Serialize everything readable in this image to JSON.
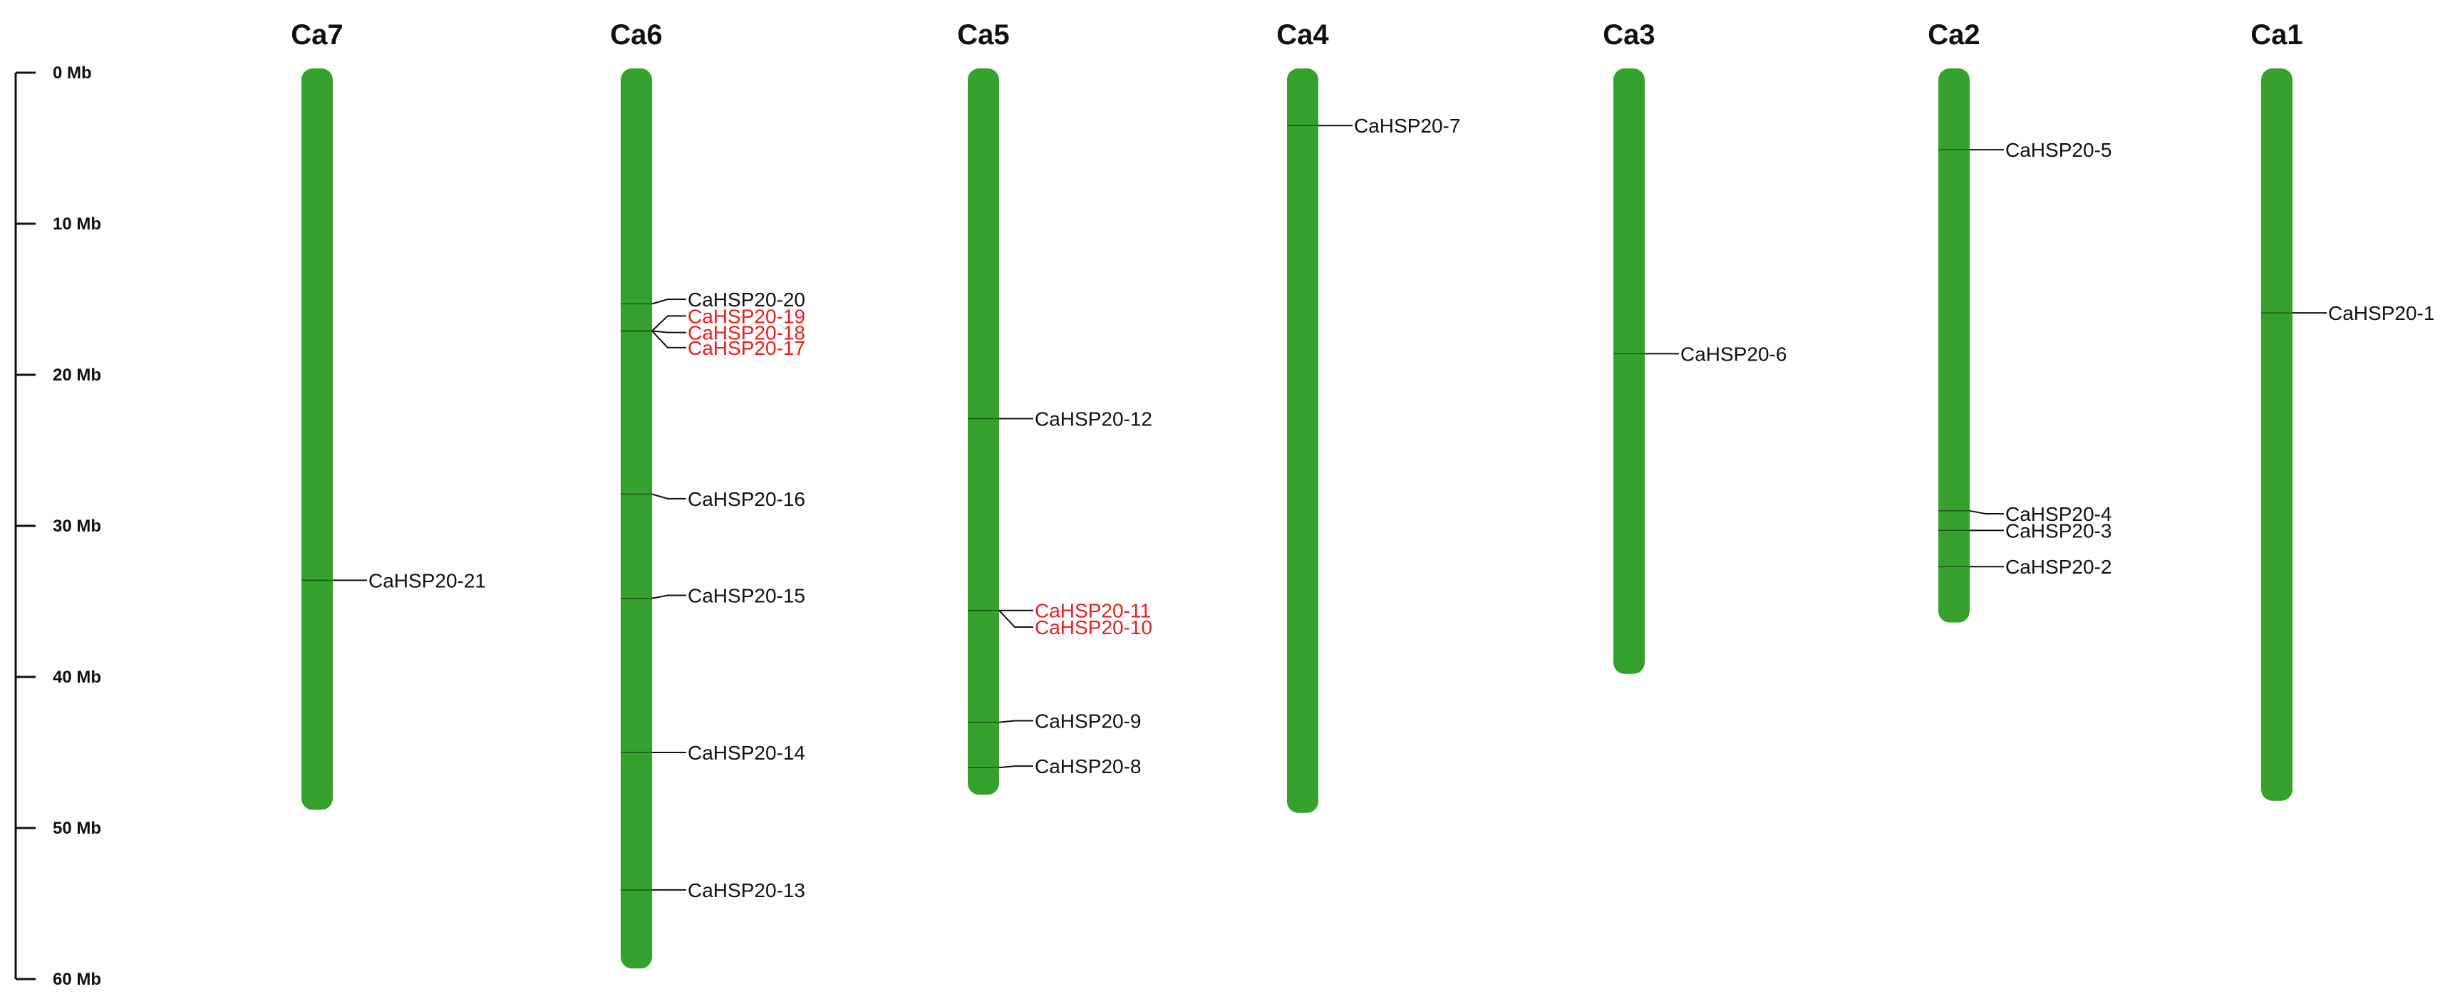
{
  "scale": {
    "ticks": [
      {
        "value": 0,
        "label": "0 Mb"
      },
      {
        "value": 10,
        "label": "10 Mb"
      },
      {
        "value": 20,
        "label": "20 Mb"
      },
      {
        "value": 30,
        "label": "30 Mb"
      },
      {
        "value": 40,
        "label": "40 Mb"
      },
      {
        "value": 50,
        "label": "50 Mb"
      },
      {
        "value": 60,
        "label": "60 Mb"
      }
    ]
  },
  "colors": {
    "chromosome": "#36a12c",
    "gene_default": "#111111",
    "gene_highlight": "#ee1c1c",
    "line": "#111111"
  },
  "chromosomes": [
    {
      "name": "Ca7",
      "length_mb": 48.8,
      "genes": [
        {
          "label": "CaHSP20-21",
          "pos_mb": 33.6,
          "label_mb": 33.6,
          "highlight": false
        }
      ]
    },
    {
      "name": "Ca6",
      "length_mb": 59.3,
      "genes": [
        {
          "label": "CaHSP20-20",
          "pos_mb": 15.3,
          "label_mb": 15.0,
          "highlight": false
        },
        {
          "label": "CaHSP20-19",
          "pos_mb": 17.1,
          "label_mb": 16.1,
          "highlight": true
        },
        {
          "label": "CaHSP20-18",
          "pos_mb": 17.1,
          "label_mb": 17.2,
          "highlight": true
        },
        {
          "label": "CaHSP20-17",
          "pos_mb": 17.1,
          "label_mb": 18.2,
          "highlight": true
        },
        {
          "label": "CaHSP20-16",
          "pos_mb": 27.9,
          "label_mb": 28.2,
          "highlight": false
        },
        {
          "label": "CaHSP20-15",
          "pos_mb": 34.8,
          "label_mb": 34.6,
          "highlight": false
        },
        {
          "label": "CaHSP20-14",
          "pos_mb": 45.0,
          "label_mb": 45.0,
          "highlight": false
        },
        {
          "label": "CaHSP20-13",
          "pos_mb": 54.1,
          "label_mb": 54.1,
          "highlight": false
        }
      ]
    },
    {
      "name": "Ca5",
      "length_mb": 47.8,
      "genes": [
        {
          "label": "CaHSP20-12",
          "pos_mb": 22.9,
          "label_mb": 22.9,
          "highlight": false
        },
        {
          "label": "CaHSP20-11",
          "pos_mb": 35.6,
          "label_mb": 35.6,
          "highlight": true
        },
        {
          "label": "CaHSP20-10",
          "pos_mb": 35.6,
          "label_mb": 36.7,
          "highlight": true
        },
        {
          "label": "CaHSP20-9",
          "pos_mb": 43.0,
          "label_mb": 42.9,
          "highlight": false
        },
        {
          "label": "CaHSP20-8",
          "pos_mb": 46.0,
          "label_mb": 45.9,
          "highlight": false
        }
      ]
    },
    {
      "name": "Ca4",
      "length_mb": 49.0,
      "genes": [
        {
          "label": "CaHSP20-7",
          "pos_mb": 3.5,
          "label_mb": 3.5,
          "highlight": false
        }
      ]
    },
    {
      "name": "Ca3",
      "length_mb": 39.8,
      "genes": [
        {
          "label": "CaHSP20-6",
          "pos_mb": 18.6,
          "label_mb": 18.6,
          "highlight": false
        }
      ]
    },
    {
      "name": "Ca2",
      "length_mb": 36.4,
      "genes": [
        {
          "label": "CaHSP20-5",
          "pos_mb": 5.1,
          "label_mb": 5.1,
          "highlight": false
        },
        {
          "label": "CaHSP20-4",
          "pos_mb": 29.0,
          "label_mb": 29.2,
          "highlight": false
        },
        {
          "label": "CaHSP20-3",
          "pos_mb": 30.3,
          "label_mb": 30.3,
          "highlight": false
        },
        {
          "label": "CaHSP20-2",
          "pos_mb": 32.7,
          "label_mb": 32.7,
          "highlight": false
        }
      ]
    },
    {
      "name": "Ca1",
      "length_mb": 48.2,
      "genes": [
        {
          "label": "CaHSP20-1",
          "pos_mb": 15.9,
          "label_mb": 15.9,
          "highlight": false
        }
      ]
    }
  ]
}
